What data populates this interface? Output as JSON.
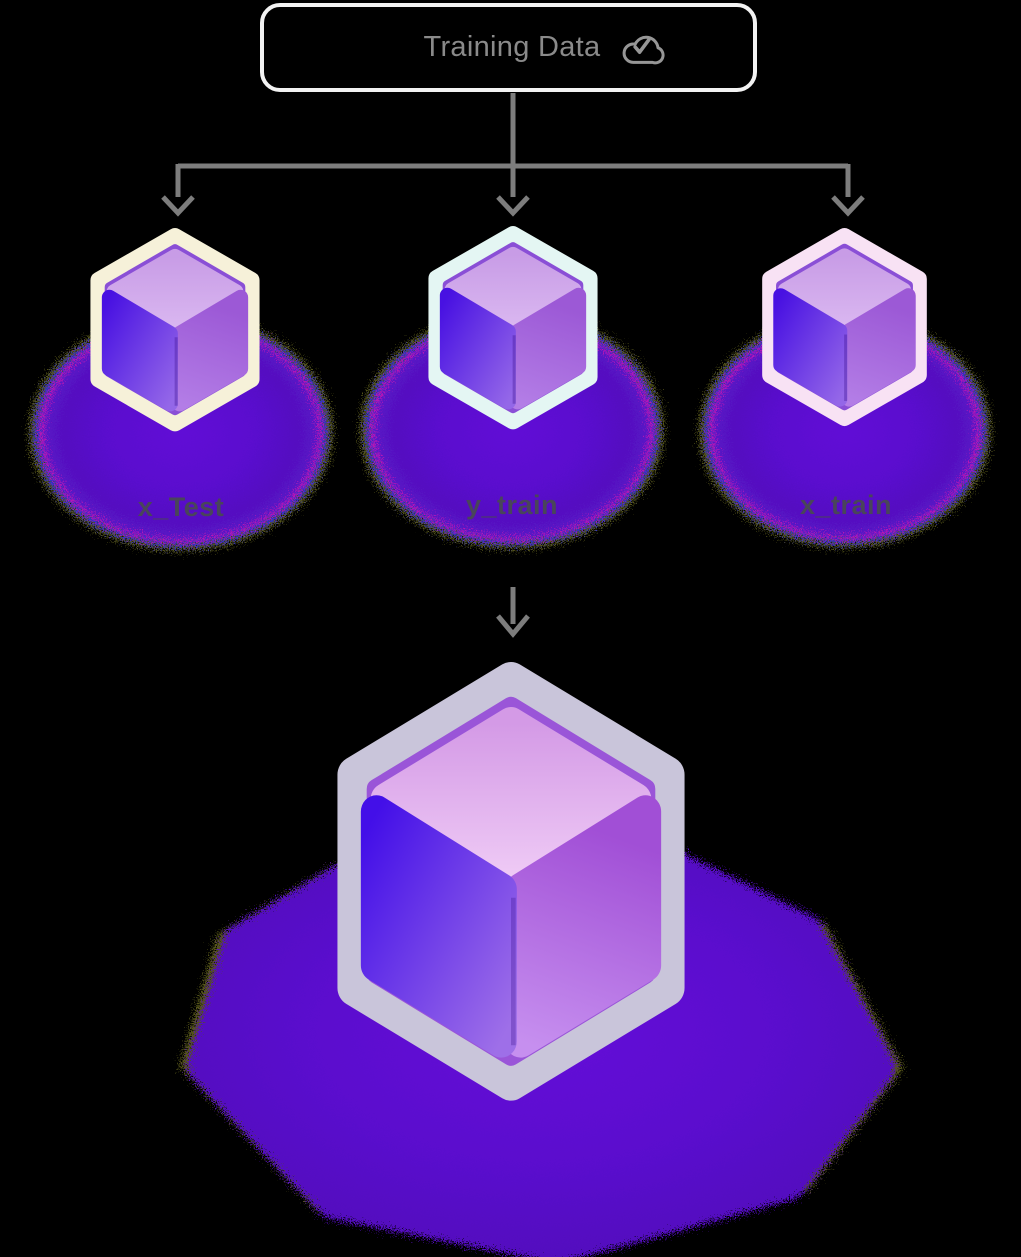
{
  "header": {
    "title": "Training Data",
    "icon": "cloud-check"
  },
  "nodes": [
    {
      "label": "x_Test",
      "border_color": "#f6f1d9"
    },
    {
      "label": "y_train",
      "border_color": "#e4f6f3"
    },
    {
      "label": "x_train",
      "border_color": "#f8e2f4"
    }
  ],
  "output_node": {
    "border_color": "#c9c5da"
  },
  "colors": {
    "background": "#000000",
    "connector_gray": "#7d7d7d",
    "box_border": "#f2f2f2",
    "title_text": "#8a8a8a",
    "label_text": "#49455a",
    "glow_purple": "#5a0bce",
    "glow_fringe_blue": "#2b2be4",
    "glow_fringe_magenta": "#c315b5",
    "glow_fringe_yellow": "#cfcf3c",
    "cube_top_face_light": "#d2a9ea",
    "cube_left_face_dark": "#4811e2",
    "cube_right_face": "#a066d8"
  }
}
